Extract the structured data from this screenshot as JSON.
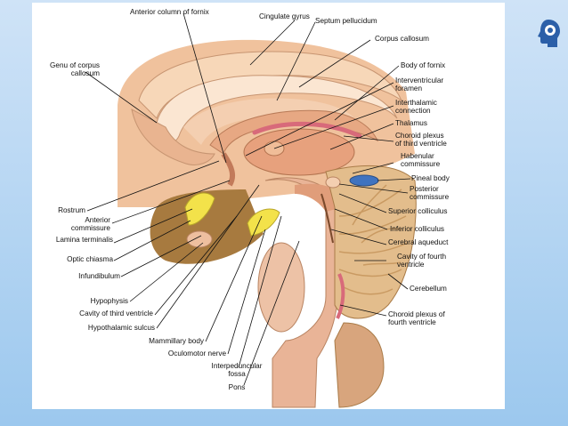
{
  "labels": {
    "anterior_column_of_fornix": "Anterior column of fornix",
    "cingulate_gyrus": "Cingulate gyrus",
    "septum_pellucidum": "Septum pellucidum",
    "corpus_callosum": "Corpus callosum",
    "genu_of_corpus_callosum": [
      "Genu of corpus",
      "callosum"
    ],
    "body_of_fornix": "Body of fornix",
    "interventricular_foramen": [
      "Interventricular",
      "foramen"
    ],
    "interthalamic_connection": [
      "Interthalamic",
      "connection"
    ],
    "thalamus": "Thalamus",
    "choroid_plexus_third_ventricle": [
      "Choroid plexus",
      "of third ventricle"
    ],
    "habenular_commissure": [
      "Habenular",
      "commissure"
    ],
    "pineal_body": "Pineal body",
    "posterior_commissure": [
      "Posterior",
      "commissure"
    ],
    "superior_colliculus": "Superior colliculus",
    "inferior_colliculus": "Inferior colliculus",
    "cerebral_aqueduct": "Cerebral aqueduct",
    "cavity_of_fourth_ventricle": [
      "Cavity of fourth",
      "ventricle"
    ],
    "cerebellum": "Cerebellum",
    "choroid_plexus_fourth_ventricle": [
      "Choroid plexus of",
      "fourth ventricle"
    ],
    "rostrum": "Rostrum",
    "anterior_commissure": [
      "Anterior",
      "commissure"
    ],
    "lamina_terminalis": "Lamina terminalis",
    "optic_chiasma": "Optic chiasma",
    "infundibulum": "Infundibulum",
    "hypophysis": "Hypophysis",
    "cavity_of_third_ventricle": "Cavity of third ventricle",
    "hypothalamic_sulcus": "Hypothalamic sulcus",
    "mammillary_body": "Mammillary body",
    "oculomotor_nerve": "Oculomotor nerve",
    "interpeduncular_fossa": [
      "Interpeduncular",
      "fossa"
    ],
    "pons": "Pons"
  },
  "colors": {
    "background": "#a9cff0",
    "cortex": "#f2c49c",
    "white_matter": "#f6d6b6",
    "shadow": "#b98462",
    "yellow_structures": "#f3e24a",
    "choroid": "#d86a7a",
    "brainstem": "#e9b497",
    "cerebellum": "#e3bd8c",
    "logo_blue": "#2b5fa8"
  },
  "icons": {
    "logo": "head-profile-logo-icon"
  }
}
